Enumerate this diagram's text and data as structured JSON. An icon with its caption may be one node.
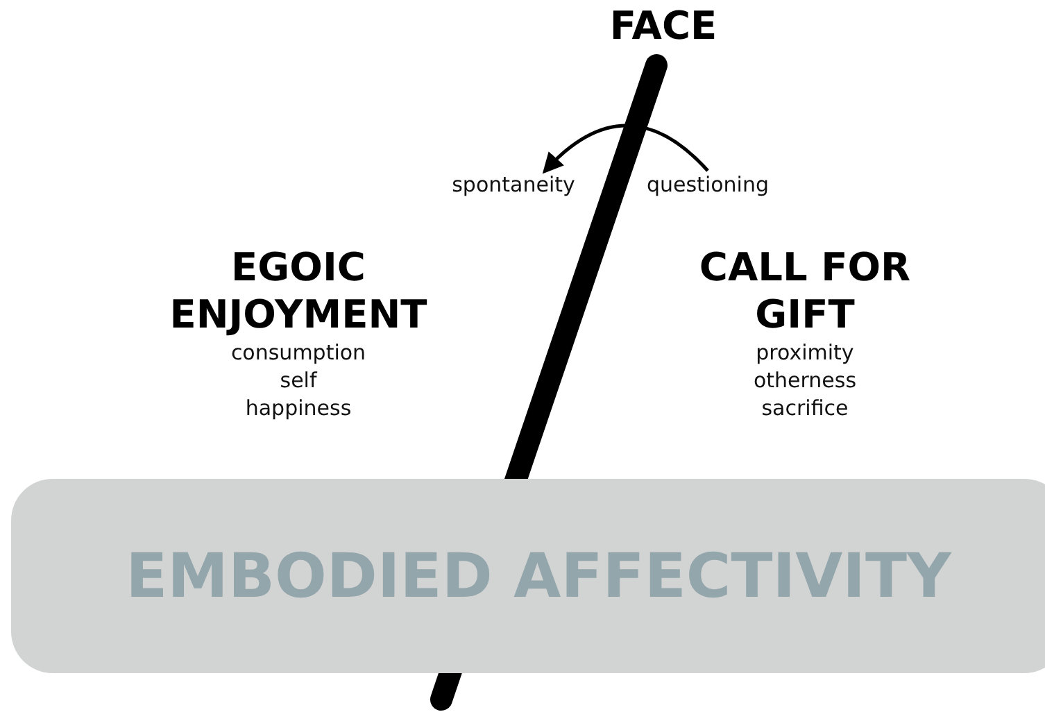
{
  "diagram": {
    "nodes": [
      {
        "text": [
          "FACE"
        ]
      },
      {
        "text": [
          "spontaneity"
        ]
      },
      {
        "text": [
          "questioning"
        ]
      },
      {
        "text": [
          "EGOIC ENJOYMENT",
          "consumption",
          "self",
          "happiness"
        ]
      },
      {
        "text": [
          "CALL FOR GIFT",
          "proximity",
          "otherness",
          "sacrifice"
        ]
      },
      {
        "text": [
          "EMBODIED AFFECTIVITY"
        ]
      }
    ],
    "edges": [
      {
        "from": 2,
        "to": 1,
        "arrow": "to"
      }
    ]
  }
}
